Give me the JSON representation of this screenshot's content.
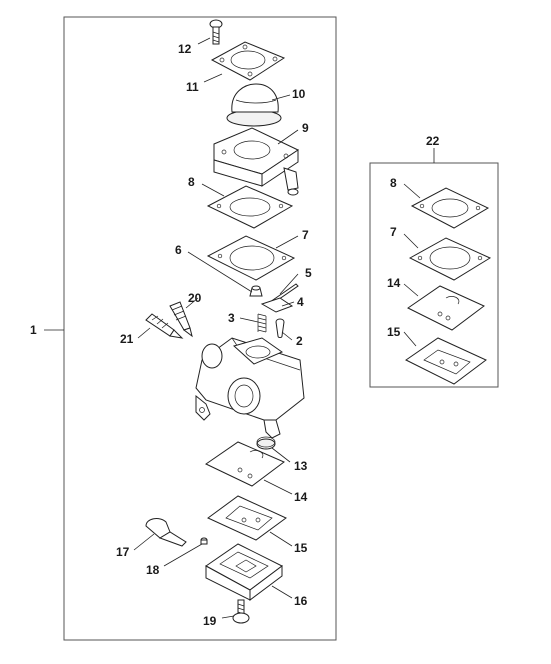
{
  "diagram": {
    "callouts": {
      "c1": "1",
      "c2": "2",
      "c3": "3",
      "c4": "4",
      "c5": "5",
      "c6": "6",
      "c7": "7",
      "c8": "8",
      "c9": "9",
      "c10": "10",
      "c11": "11",
      "c12": "12",
      "c13": "13",
      "c14": "14",
      "c15": "15",
      "c16": "16",
      "c17": "17",
      "c18": "18",
      "c19": "19",
      "c20": "20",
      "c21": "21",
      "c22": "22",
      "kit8": "8",
      "kit7": "7",
      "kit14": "14",
      "kit15": "15"
    }
  }
}
